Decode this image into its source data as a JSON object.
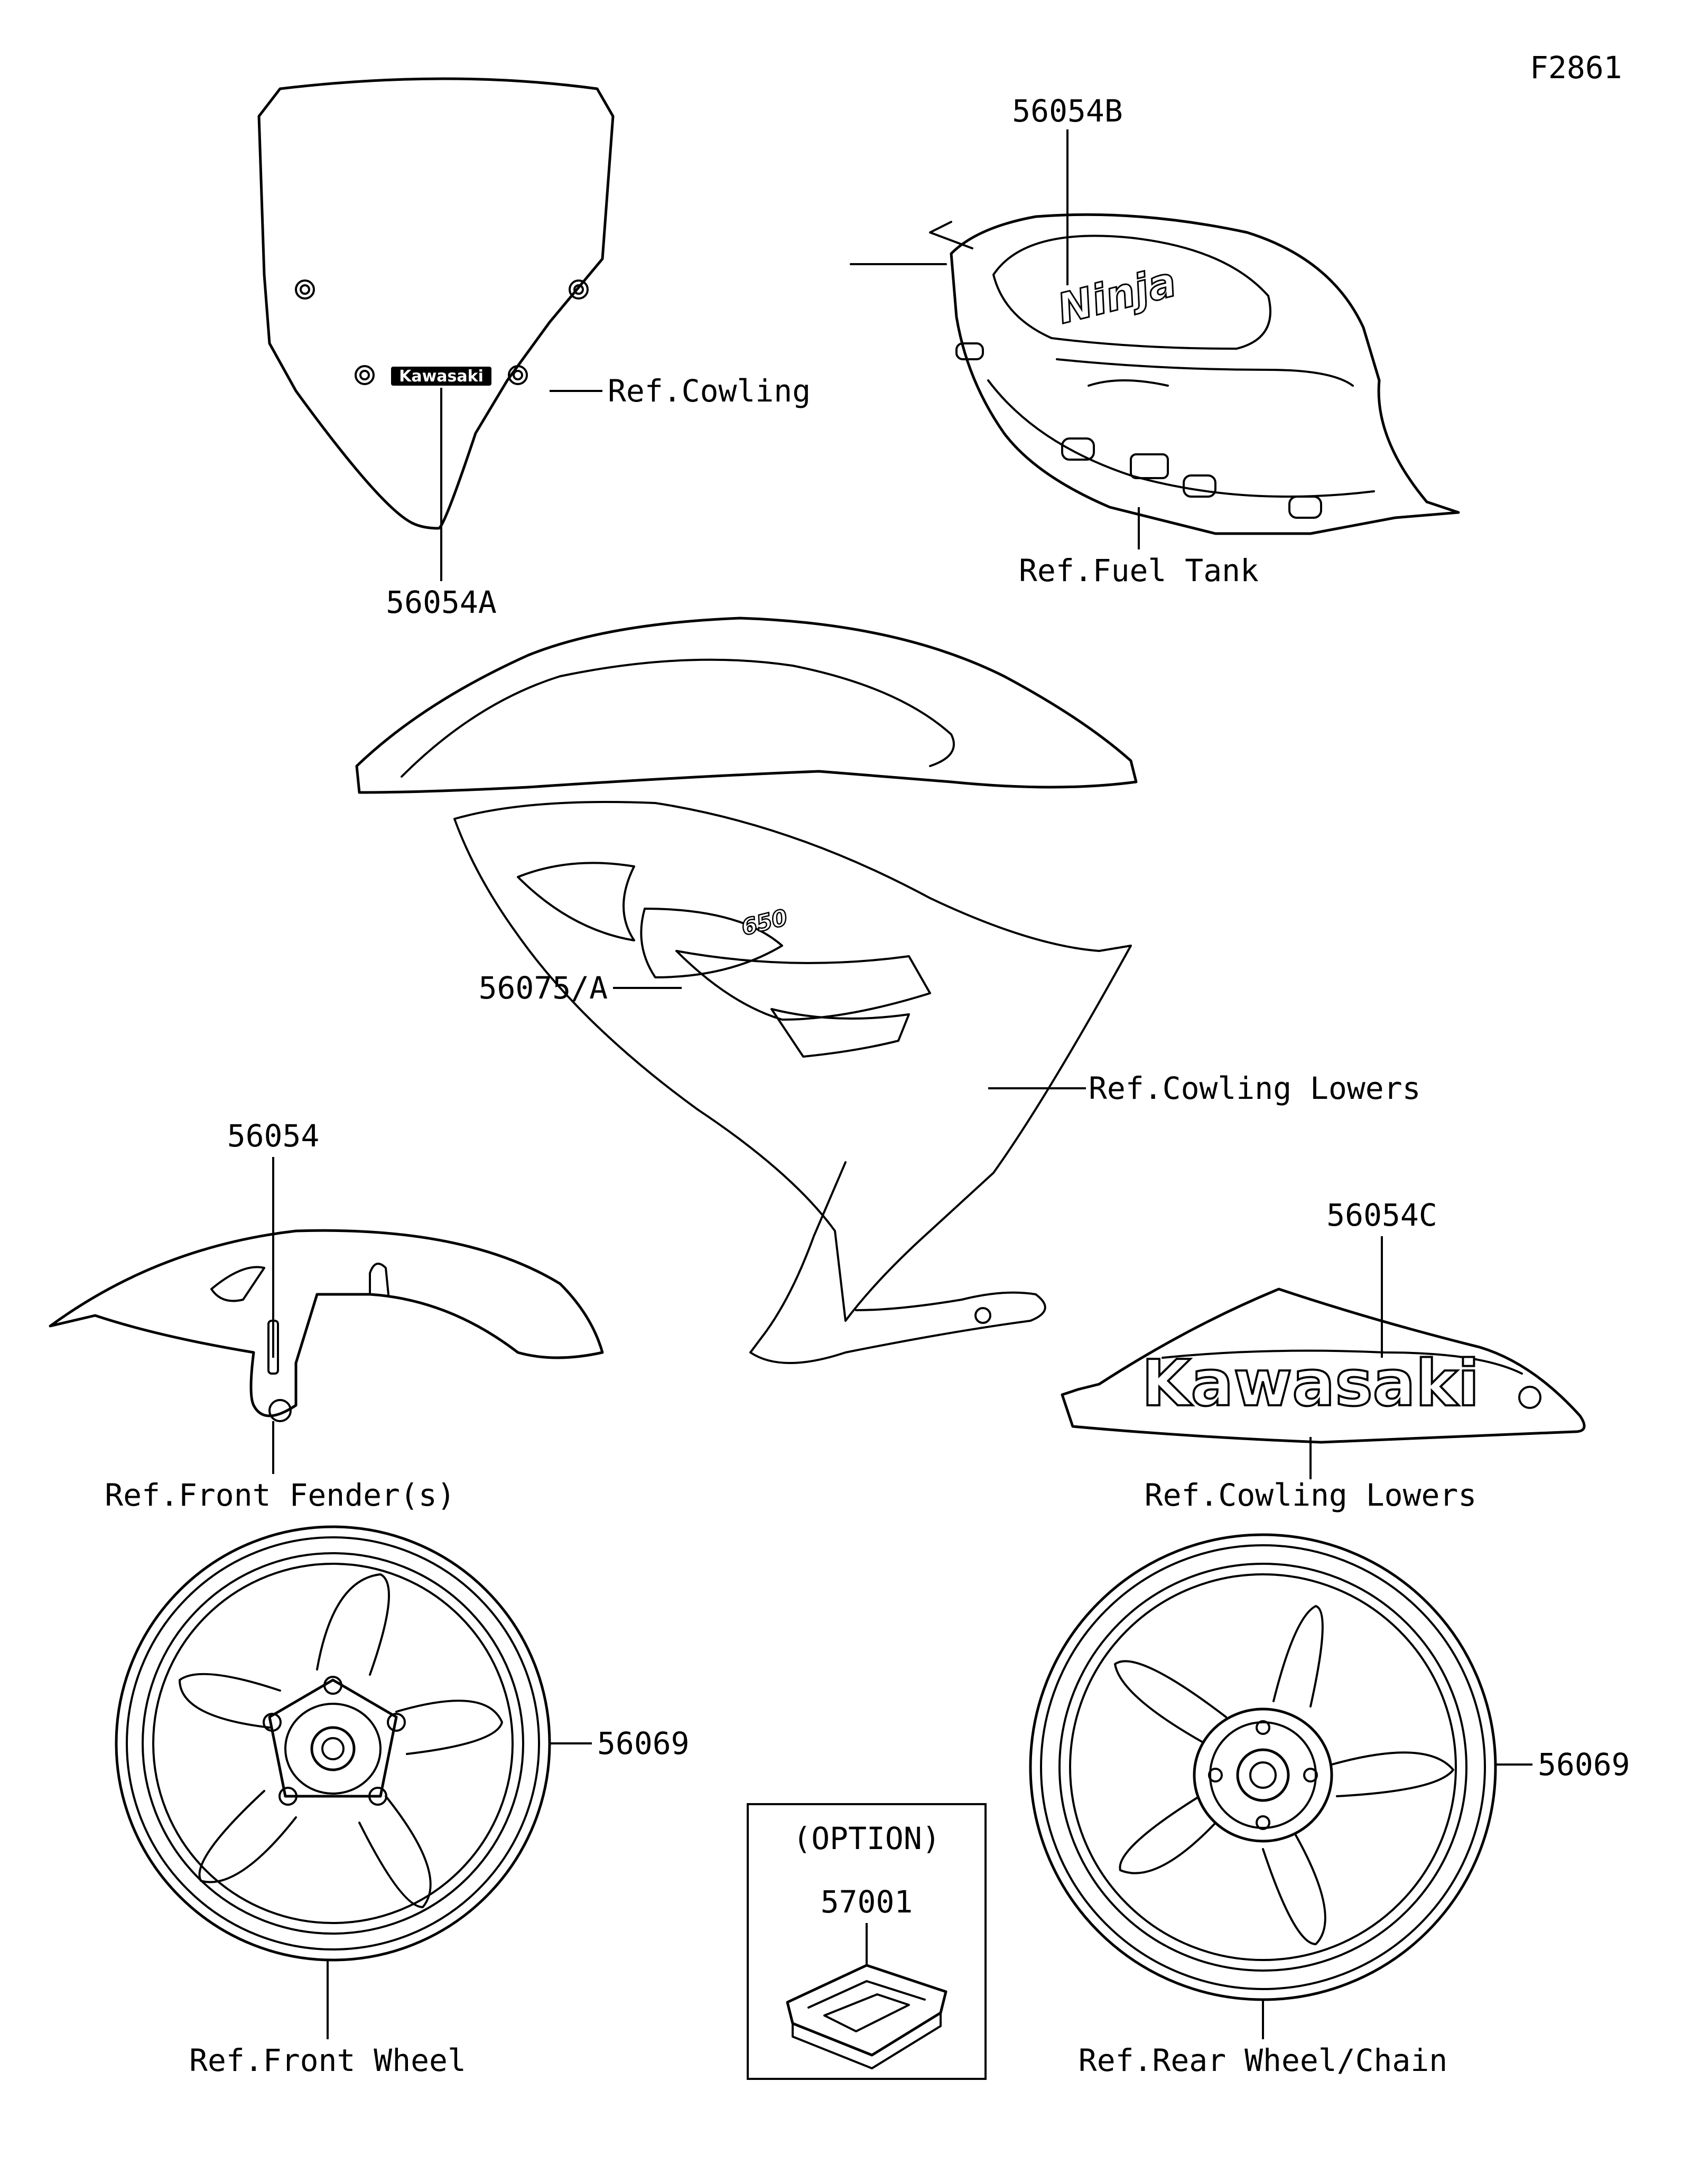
{
  "figure_code": "F2861",
  "callouts": {
    "p_56054a": "56054A",
    "ref_cowling": "Ref.Cowling",
    "p_56054b": "56054B",
    "ref_fuel_tank": "Ref.Fuel Tank",
    "p_56075a": "56075/A",
    "ref_cowling_lowers_upper": "Ref.Cowling Lowers",
    "p_56054": "56054",
    "ref_front_fender": "Ref.Front Fender(s)",
    "p_56054c": "56054C",
    "ref_cowling_lowers_lower": "Ref.Cowling Lowers",
    "p_56069_front": "56069",
    "ref_front_wheel": "Ref.Front Wheel",
    "p_56069_rear": "56069",
    "ref_rear_wheel": "Ref.Rear Wheel/Chain",
    "option_title": "(OPTION)",
    "p_57001": "57001"
  },
  "decals": {
    "windscreen_logo": "Kawasaki",
    "tank_logo": "Ninja",
    "cowl_badge": "650",
    "lower_cowl_logo": "Kawasaki"
  }
}
